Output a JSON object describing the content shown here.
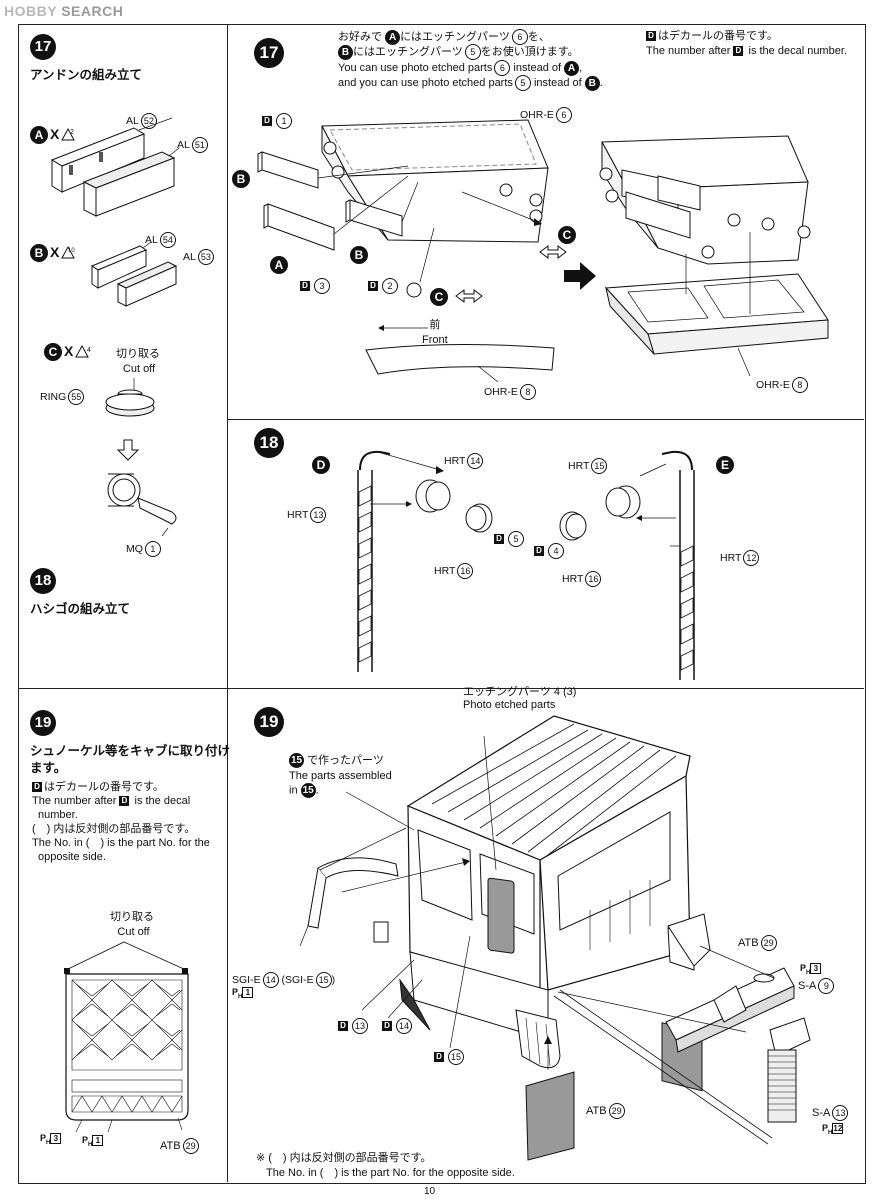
{
  "watermark": {
    "brand": "HOBBY",
    "rest": "SEARCH"
  },
  "page_number": "10",
  "step17_left": {
    "number": "17",
    "title": "アンドンの組み立て",
    "rowA": {
      "marker": "A",
      "cross": "X",
      "count": "2",
      "parts": [
        {
          "label": "AL",
          "num": "52"
        },
        {
          "label": "AL",
          "num": "51"
        }
      ]
    },
    "rowB": {
      "marker": "B",
      "cross": "X",
      "count": "10",
      "parts": [
        {
          "label": "AL",
          "num": "54"
        },
        {
          "label": "AL",
          "num": "53"
        }
      ]
    },
    "rowC": {
      "marker": "C",
      "cross": "X",
      "count": "4",
      "cut_jp": "切り取る",
      "cut_en": "Cut off",
      "ring_label": "RING",
      "ring_num": "55",
      "mq_label": "MQ",
      "mq_num": "1"
    }
  },
  "step17_main": {
    "number": "17",
    "note_jp1": "お好みで",
    "note_jp1b": "にはエッチングパーツ",
    "note_jp1c": "を、",
    "note_jp2b": "にはエッチングパーツ",
    "note_jp2c": "をお使い頂けます。",
    "note_en1": "You can use photo etched parts",
    "note_en1b": "instead of",
    "note_en2": "and you can use photo etched parts",
    "note_en2b": "instead of",
    "note_part6": "6",
    "note_part5": "5",
    "A": "A",
    "B": "B",
    "decal_jp": "はデカールの番号です。",
    "decal_en": "The number after",
    "decal_en2": "is the decal number.",
    "D": "D",
    "labels": {
      "ohr_e6": "OHR-E",
      "num6": "6",
      "ohr_e8": "OHR-E",
      "num8": "8",
      "d1": "1",
      "d2": "2",
      "d3": "3",
      "front_jp": "前",
      "front_en": "Front",
      "ohr_e8b": "OHR-E",
      "num8b": "8"
    },
    "markers": {
      "A": "A",
      "B": "B",
      "C": "C"
    }
  },
  "step18_left": {
    "number": "18",
    "title": "ハシゴの組み立て"
  },
  "step18_main": {
    "number": "18",
    "D": "D",
    "E": "E",
    "hrt13": {
      "label": "HRT",
      "num": "13"
    },
    "hrt14": {
      "label": "HRT",
      "num": "14"
    },
    "hrt15": {
      "label": "HRT",
      "num": "15"
    },
    "hrt16a": {
      "label": "HRT",
      "num": "16"
    },
    "hrt16b": {
      "label": "HRT",
      "num": "16"
    },
    "hrt12": {
      "label": "HRT",
      "num": "12"
    },
    "d5": "5",
    "d4": "4"
  },
  "step19_left": {
    "number": "19",
    "title1": "シュノーケル等をキャブに取り付け",
    "title2": "ます。",
    "decal_jp": "はデカールの番号です。",
    "decal_en1": "The number after",
    "decal_en1b": "is the decal",
    "decal_en2": "number.",
    "paren_jp": "(　) 内は反対側の部品番号です。",
    "paren_en1": "The No. in (　) is the part No. for the",
    "paren_en2": "opposite side.",
    "cut_jp": "切り取る",
    "cut_en": "Cut off",
    "ph3": "3",
    "ph1": "1",
    "atb": "ATB",
    "atb_num": "29"
  },
  "step19_main": {
    "number": "19",
    "etch_jp": "エッチングパーツ",
    "etch_nums": "4 (3)",
    "etch_en": "Photo etched parts",
    "assembled_jp": "で作ったパーツ",
    "assembled_en1": "The parts assembled",
    "assembled_en2": "in",
    "step15": "15",
    "sgi": "SGI-E",
    "sgi_num1": "14",
    "sgi_num2": "15",
    "ph1": "1",
    "d13": "13",
    "d14": "14",
    "d15": "15",
    "atb_top": "ATB",
    "atb_top_num": "29",
    "atb_bot": "ATB",
    "atb_bot_num": "29",
    "ph3": "3",
    "sa9": "S-A",
    "sa9_num": "9",
    "sa13": "S-A",
    "sa13_num": "13",
    "ph12": "12",
    "footnote_jp": "※ (　) 内は反対側の部品番号です。",
    "footnote_en": "The No. in (　) is the part No. for the opposite side."
  }
}
